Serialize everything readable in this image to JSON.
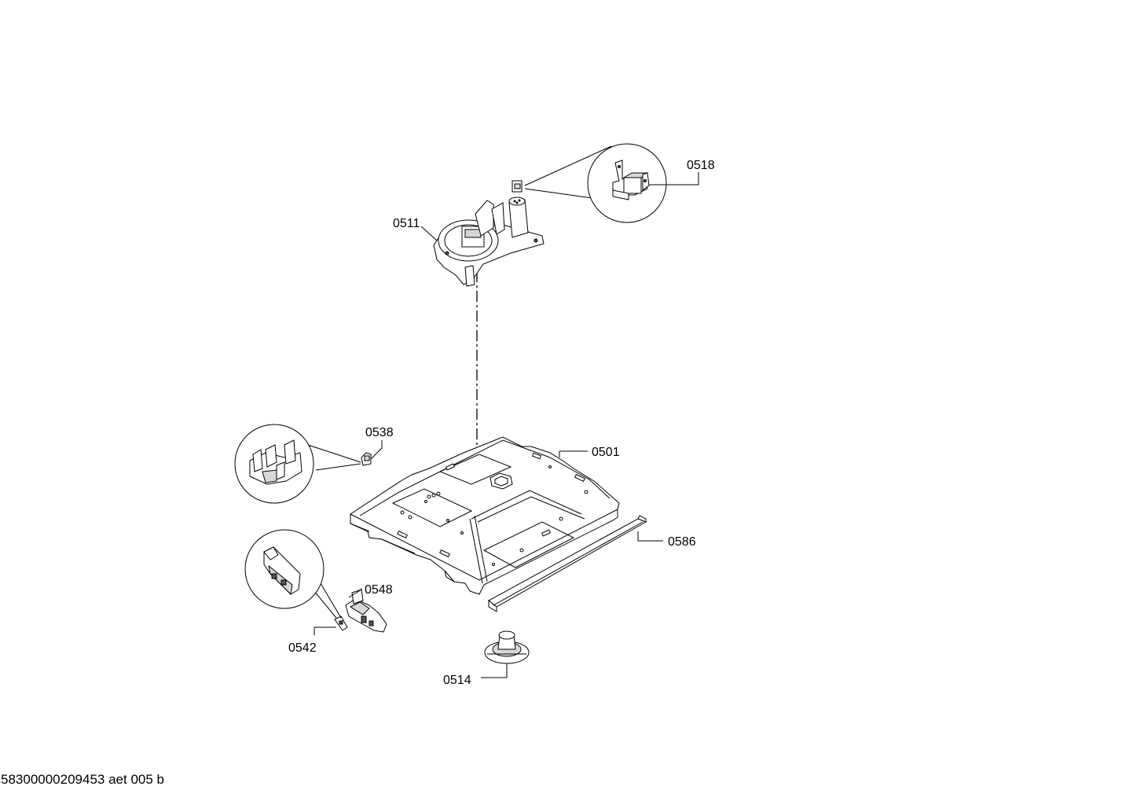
{
  "labels": {
    "p0518": "0518",
    "p0511": "0511",
    "p0538": "0538",
    "p0501": "0501",
    "p0586": "0586",
    "p0548": "0548",
    "p0542": "0542",
    "p0514": "0514"
  },
  "footer": "58300000209453 aet 005 b"
}
